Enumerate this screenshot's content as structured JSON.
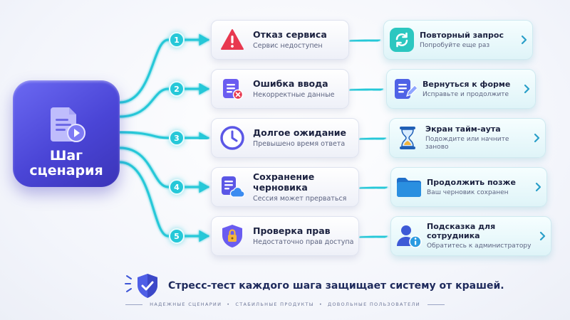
{
  "source": {
    "title": "Шаг сценария",
    "icon": "document-play-icon"
  },
  "steps": [
    {
      "number": "1",
      "error": {
        "title": "Отказ сервиса",
        "subtitle": "Сервис недоступен",
        "icon": "warning-triangle-icon",
        "color": "#e8384f"
      },
      "recovery": {
        "title": "Повторный запрос",
        "subtitle": "Попробуйте еще раз",
        "icon": "retry-arrows-icon",
        "color": "#2cc7c0"
      }
    },
    {
      "number": "2",
      "error": {
        "title": "Ошибка ввода",
        "subtitle": "Некорректные данные",
        "icon": "form-error-icon",
        "color": "#6a5cf0"
      },
      "recovery": {
        "title": "Вернуться к форме",
        "subtitle": "Исправьте и продолжите",
        "icon": "form-edit-icon",
        "color": "#4f63e6"
      }
    },
    {
      "number": "3",
      "error": {
        "title": "Долгое ожидание",
        "subtitle": "Превышено время ответа",
        "icon": "clock-icon",
        "color": "#5b57e6"
      },
      "recovery": {
        "title": "Экран тайм-аута",
        "subtitle": "Подождите или начните заново",
        "icon": "hourglass-icon",
        "color": "#1f5fb5"
      }
    },
    {
      "number": "4",
      "error": {
        "title": "Сохранение черновика",
        "subtitle": "Сессия может прерваться",
        "icon": "document-cloud-icon",
        "color": "#5b57e6"
      },
      "recovery": {
        "title": "Продолжить позже",
        "subtitle": "Ваш черновик сохранен",
        "icon": "folder-icon",
        "color": "#2a8fe0"
      }
    },
    {
      "number": "5",
      "error": {
        "title": "Проверка прав",
        "subtitle": "Недостаточно прав доступа",
        "icon": "shield-lock-icon",
        "color": "#6a5cf0"
      },
      "recovery": {
        "title": "Подсказка для сотрудника",
        "subtitle": "Обратитесь к администратору",
        "icon": "user-info-icon",
        "color": "#3d5ad6"
      }
    }
  ],
  "footer": {
    "text": "Стресс-тест каждого шага защищает систему от крашей.",
    "icon": "shield-check-icon",
    "taglines": [
      "НАДЕЖНЫЕ СЦЕНАРИИ",
      "СТАБИЛЬНЫЕ ПРОДУКТЫ",
      "ДОВОЛЬНЫЕ ПОЛЬЗОВАТЕЛИ"
    ]
  },
  "colors": {
    "accent": "#25c8d8",
    "primary": "#4a45d6",
    "text": "#1c2240"
  }
}
